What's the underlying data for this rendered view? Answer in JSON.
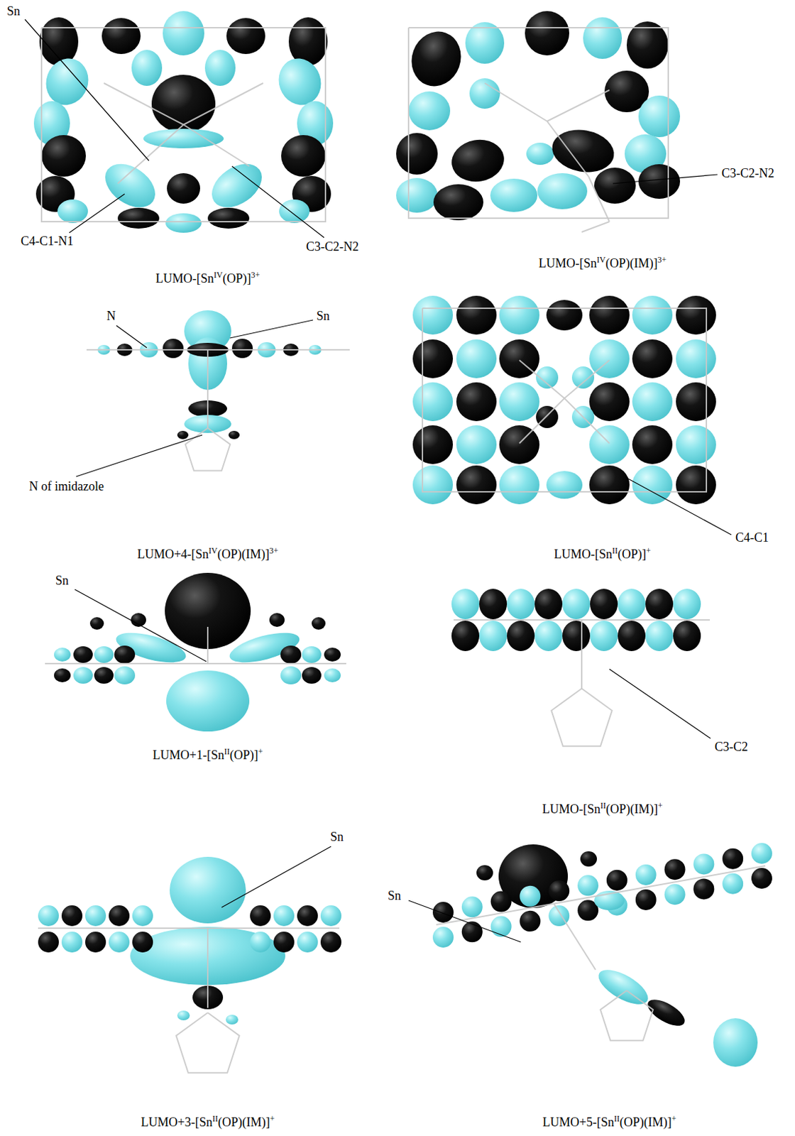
{
  "diagram": {
    "labels": [
      "Sn",
      "C4-C1-N1",
      "C3-C2-N2",
      "LUMO-[SnIV(OP)]3+",
      "C3-C2-N2",
      "LUMO-[SnIV(OP)(IM)]3+",
      "N",
      "Sn",
      "N of imidazole",
      "LUMO+4-[SnIV(OP)(IM)]3+",
      "C4-C1",
      "LUMO-[SnII(OP)]+",
      "Sn",
      "LUMO+1-[SnII(OP)]+",
      "C3-C2",
      "LUMO-[SnII(OP)(IM)]+",
      "Sn",
      "LUMO+3-[SnII(OP)(IM)]+",
      "Sn",
      "LUMO+5-[SnII(OP)(IM)]+"
    ]
  }
}
